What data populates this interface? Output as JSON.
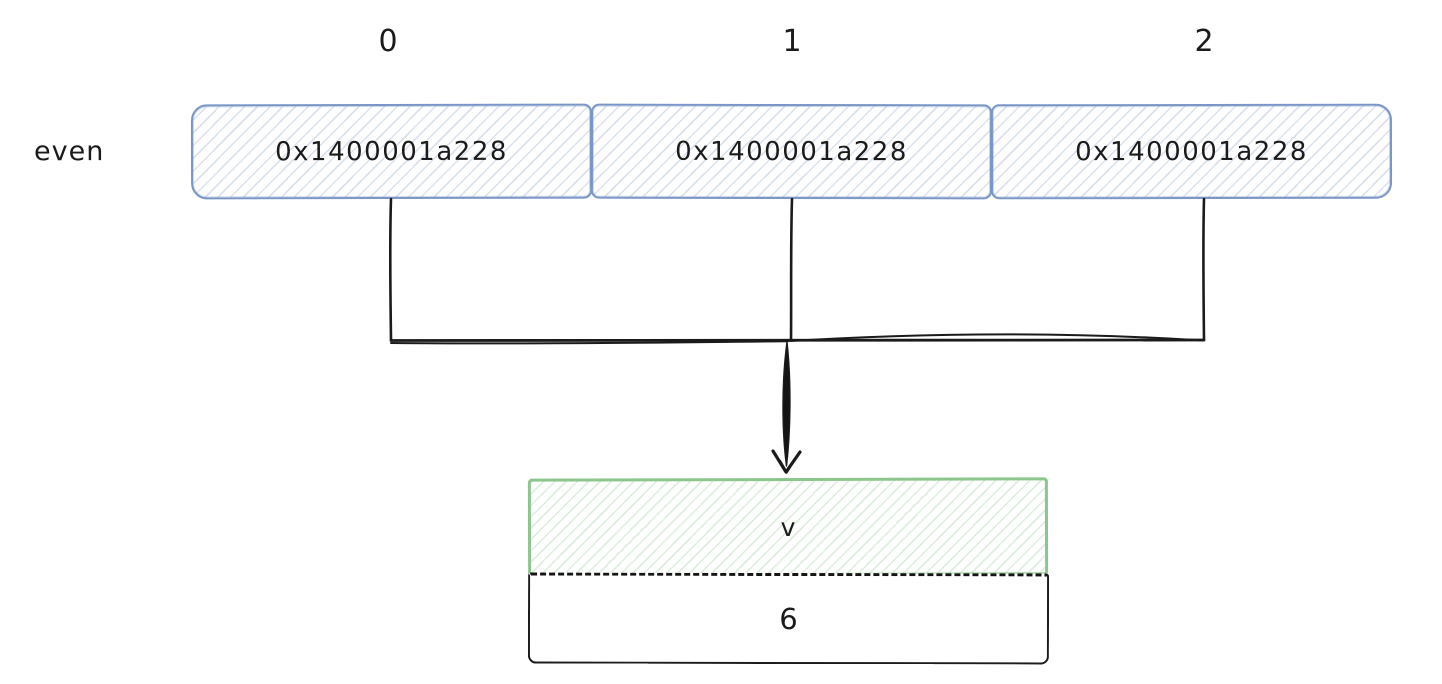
{
  "array": {
    "label": "even",
    "indices": [
      "0",
      "1",
      "2"
    ],
    "cells": [
      {
        "value": "0x1400001a228"
      },
      {
        "value": "0x1400001a228"
      },
      {
        "value": "0x1400001a228"
      }
    ]
  },
  "result": {
    "merged_label": "v",
    "value_label": "6"
  },
  "colors": {
    "array_stroke": "#7a96c6",
    "array_hatch": "#c7d5ec",
    "result_stroke": "#8cc68c",
    "result_hatch": "#cde6cd",
    "line": "#1b1b1b",
    "background": "#ffffff"
  }
}
